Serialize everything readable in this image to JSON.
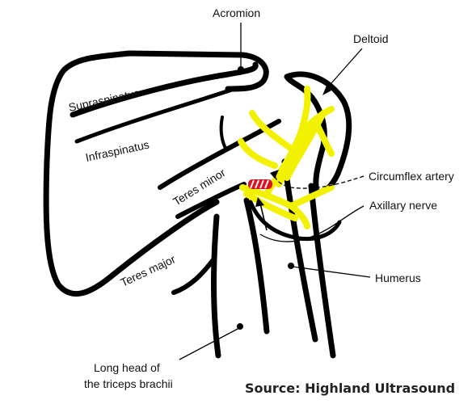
{
  "labels": {
    "acromion": "Acromion",
    "deltoid": "Deltoid",
    "supraspinatus": "Supraspinatus",
    "infraspinatus": "Infraspinatus",
    "teres_minor": "Teres minor",
    "teres_major": "Teres major",
    "circumflex_artery": "Circumflex artery",
    "axillary_nerve": "Axillary nerve",
    "humerus": "Humerus",
    "long_head_line1": "Long head of",
    "long_head_line2": "the triceps brachii"
  },
  "source": "Source: Highland Ultrasound",
  "colors": {
    "nerve": "#f2f200",
    "artery": "#e01020",
    "outline": "#000000"
  }
}
